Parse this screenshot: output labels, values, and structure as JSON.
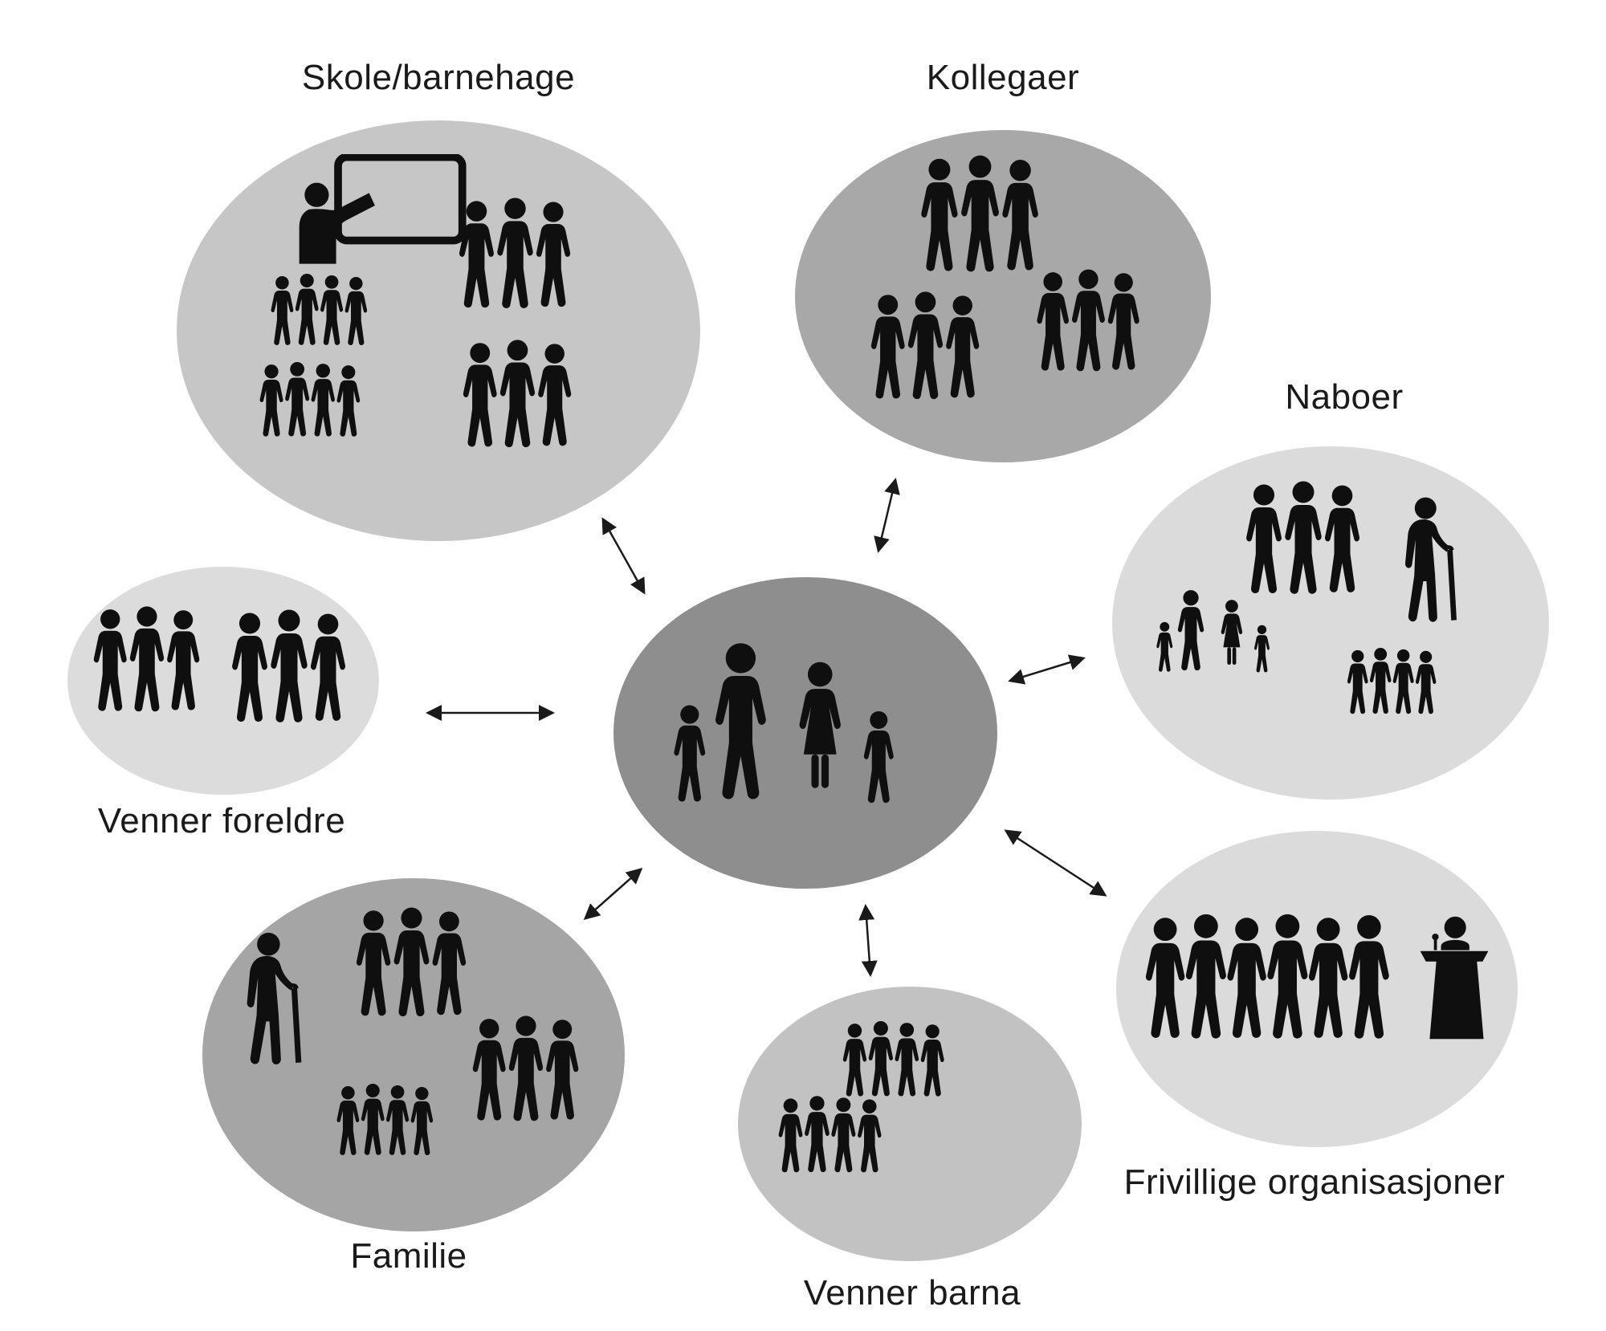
{
  "colors": {
    "background": "#ffffff",
    "text": "#1a1a1a",
    "icon": "#0f0f0f",
    "arrow": "#1a1a1a",
    "nodes": {
      "skole": "#c6c6c6",
      "kollegaer": "#a8a8a8",
      "naboer": "#dbdbdb",
      "venner_foreldre": "#dcdcdc",
      "center": "#8e8e8e",
      "familie": "#a5a5a5",
      "venner_barna": "#c2c2c2",
      "frivillige": "#dbdbdb"
    }
  },
  "center_node": {
    "icon": "family-icon"
  },
  "nodes": {
    "skole": {
      "label": "Skole/barnehage",
      "icons": [
        "teacher-whiteboard-icon",
        "three-adults-icon",
        "four-children-icon",
        "four-children-icon",
        "three-adults-icon"
      ]
    },
    "kollegaer": {
      "label": "Kollegaer",
      "icons": [
        "three-adults-icon",
        "three-adults-icon",
        "three-adults-icon"
      ]
    },
    "naboer": {
      "label": "Naboer",
      "icons": [
        "three-adults-icon",
        "elderly-person-icon",
        "family-icon",
        "four-children-icon"
      ]
    },
    "venner_foreldre": {
      "label": "Venner foreldre",
      "icons": [
        "three-adults-icon",
        "three-adults-icon"
      ]
    },
    "familie": {
      "label": "Familie",
      "icons": [
        "elderly-person-icon",
        "three-adults-icon",
        "three-adults-icon",
        "four-children-icon"
      ]
    },
    "venner_barna": {
      "label": "Venner barna",
      "icons": [
        "four-children-icon",
        "four-children-icon"
      ]
    },
    "frivillige": {
      "label": "Frivillige organisasjoner",
      "icons": [
        "adults-row-icon",
        "speaker-podium-icon"
      ]
    }
  },
  "connections": [
    {
      "between": [
        "center",
        "skole"
      ],
      "style": "double-arrow"
    },
    {
      "between": [
        "center",
        "kollegaer"
      ],
      "style": "double-arrow"
    },
    {
      "between": [
        "center",
        "naboer"
      ],
      "style": "double-arrow"
    },
    {
      "between": [
        "center",
        "venner_foreldre"
      ],
      "style": "double-arrow"
    },
    {
      "between": [
        "center",
        "familie"
      ],
      "style": "double-arrow"
    },
    {
      "between": [
        "center",
        "venner_barna"
      ],
      "style": "double-arrow"
    },
    {
      "between": [
        "center",
        "frivillige"
      ],
      "style": "double-arrow"
    }
  ]
}
